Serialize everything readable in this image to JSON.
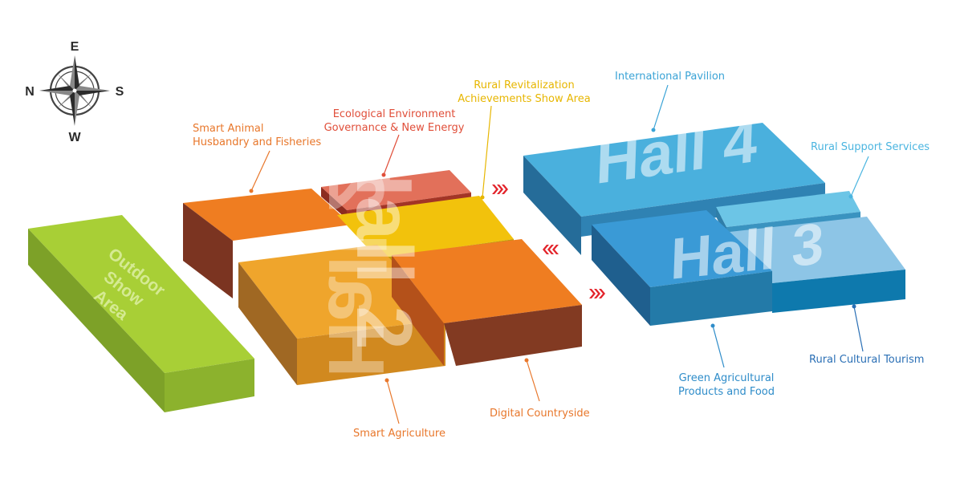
{
  "compass": {
    "north": "N",
    "east": "E",
    "south": "S",
    "west": "W"
  },
  "halls": {
    "hall2": "Hall 2",
    "hall2_mirrored": "Hall 2",
    "hall3": "Hall 3",
    "hall4": "Hall 4",
    "outdoor_line1": "Outdoor",
    "outdoor_line2": "Show",
    "outdoor_line3": "Area"
  },
  "zones": {
    "smart_animal": {
      "line1": "Smart Animal",
      "line2": "Husbandry and Fisheries",
      "color": "#e8772b"
    },
    "ecological": {
      "line1": "Ecological Environment",
      "line2": "Governance & New Energy",
      "color": "#e04e39"
    },
    "rural_revitalization": {
      "line1": "Rural Revitalization",
      "line2": "Achievements Show Area",
      "color": "#e7b600"
    },
    "international": {
      "line1": "International Pavilion",
      "color": "#3aa3d6"
    },
    "rural_support": {
      "line1": "Rural Support Services",
      "color": "#4bb5e0"
    },
    "green_agri": {
      "line1": "Green Agricultural",
      "line2": "Products and Food",
      "color": "#2e8cc9"
    },
    "rural_cultural": {
      "line1": "Rural Cultural Tourism",
      "color": "#2a6fb5"
    },
    "digital": {
      "line1": "Digital Countryside",
      "color": "#e8772b"
    },
    "smart_agri": {
      "line1": "Smart Agriculture",
      "color": "#e8772b"
    }
  }
}
